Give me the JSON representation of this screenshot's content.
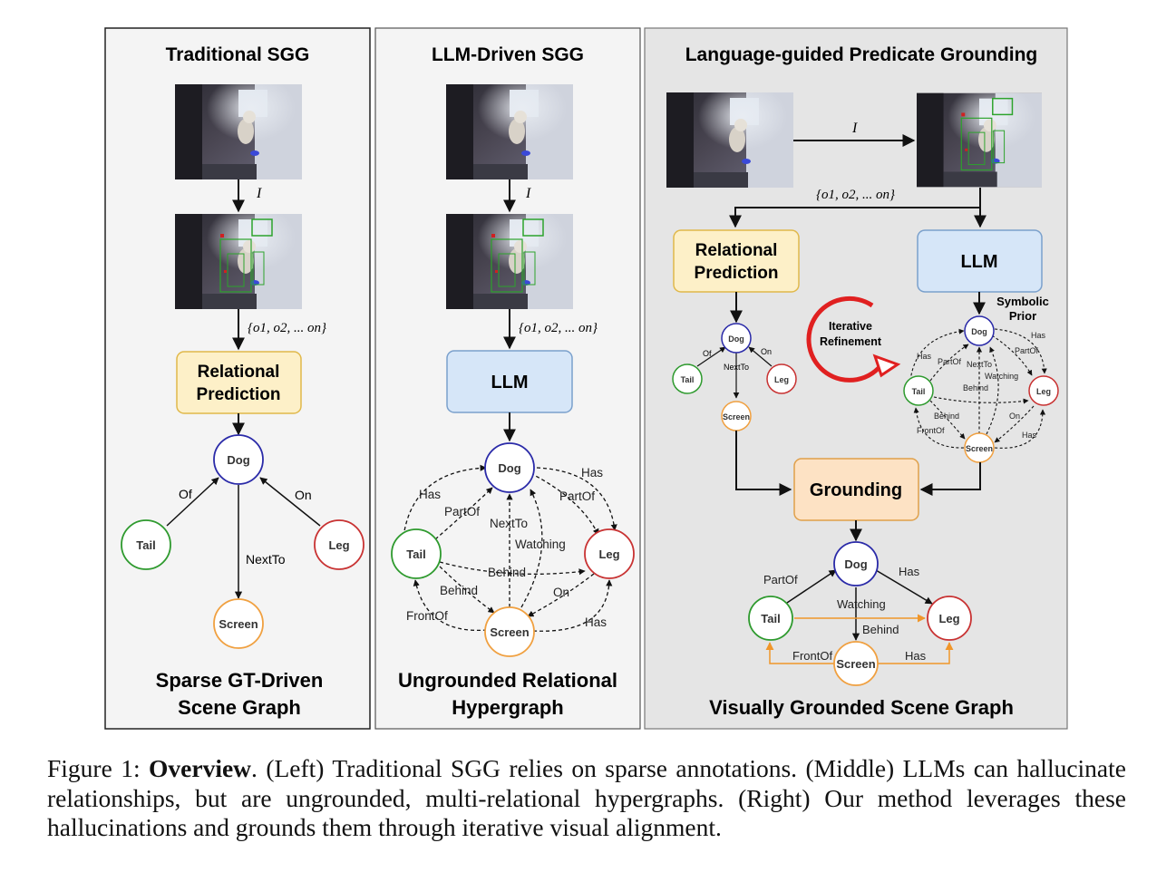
{
  "panels": {
    "left": {
      "title": "Traditional SGG",
      "relational_box": [
        "Relational",
        "Prediction"
      ],
      "label_I": "I",
      "label_objects": "{o1, o2, ... on}",
      "nodes": {
        "dog": "Dog",
        "tail": "Tail",
        "leg": "Leg",
        "screen": "Screen"
      },
      "edges": {
        "of": "Of",
        "on": "On",
        "nextto": "NextTo"
      },
      "footer": [
        "Sparse GT-Driven",
        "Scene Graph"
      ]
    },
    "middle": {
      "title": "LLM-Driven SGG",
      "llm_box": "LLM",
      "label_I": "I",
      "label_objects": "{o1, o2, ... on}",
      "nodes": {
        "dog": "Dog",
        "tail": "Tail",
        "leg": "Leg",
        "screen": "Screen"
      },
      "edges": {
        "has1": "Has",
        "partof1": "PartOf",
        "nextto": "NextTo",
        "watching": "Watching",
        "has2": "Has",
        "partof2": "PartOf",
        "behind1": "Behind",
        "behind2": "Behind",
        "on": "On",
        "frontof": "FrontOf",
        "has3": "Has"
      },
      "footer": [
        "Ungrounded Relational",
        "Hypergraph"
      ]
    },
    "right": {
      "title": "Language-guided Predicate Grounding",
      "label_I": "I",
      "label_objects": "{o1, o2, ... on}",
      "relational_box": [
        "Relational",
        "Prediction"
      ],
      "llm_box": "LLM",
      "grounding_box": "Grounding",
      "symbolic_prior": [
        "Symbolic",
        "Prior"
      ],
      "iterative": [
        "Iterative",
        "Refinement"
      ],
      "small_graph": {
        "nodes": {
          "dog": "Dog",
          "tail": "Tail",
          "leg": "Leg",
          "screen": "Screen"
        },
        "edges": {
          "of": "Of",
          "on": "On",
          "nextto": "NextTo"
        }
      },
      "prior_graph": {
        "nodes": {
          "dog": "Dog",
          "tail": "Tail",
          "leg": "Leg",
          "screen": "Screen"
        },
        "edges": {
          "has1": "Has",
          "partof1": "PartOf",
          "nextto": "NextTo",
          "watching": "Watching",
          "has2": "Has",
          "partof2": "PartOf",
          "behind1": "Behind",
          "behind2": "Behind",
          "on": "On",
          "frontof": "FrontOf",
          "has3": "Has"
        }
      },
      "final_graph": {
        "nodes": {
          "dog": "Dog",
          "tail": "Tail",
          "leg": "Leg",
          "screen": "Screen"
        },
        "edges": {
          "partof": "PartOf",
          "has1": "Has",
          "watching": "Watching",
          "behind": "Behind",
          "frontof": "FrontOf",
          "has2": "Has"
        }
      },
      "footer": "Visually Grounded Scene Graph"
    }
  },
  "caption": {
    "prefix": "Figure 1: ",
    "bold": "Overview",
    "text": ". (Left) Traditional SGG relies on sparse annotations. (Middle) LLMs can hallucinate relationships, but are ungrounded, multi-relational hypergraphs. (Right) Our method leverages these hallucinations and grounds them through iterative visual alignment."
  },
  "colors": {
    "dog": "#2a2aa8",
    "tail": "#2e9a2e",
    "leg": "#c83232",
    "screen": "#f0a040",
    "yellow_box": "#fdf0c8",
    "blue_box": "#d6e6f8",
    "orange_box": "#fde2c4",
    "refine": "#e02020"
  }
}
